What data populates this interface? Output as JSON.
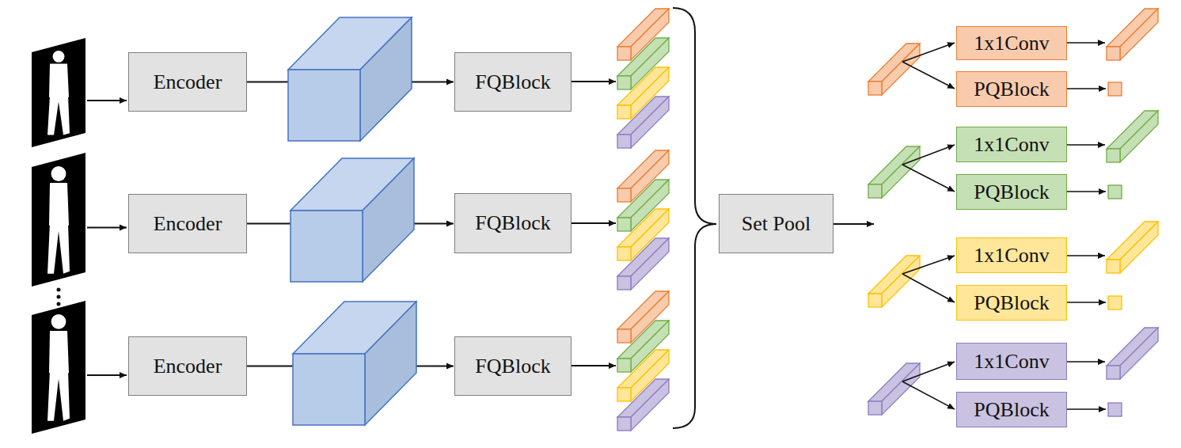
{
  "diagram": {
    "nodes": [
      {
        "text": [
          "Encoder"
        ]
      },
      {
        "text": [
          "FQBlock"
        ]
      },
      {
        "text": [
          "Encoder"
        ]
      },
      {
        "text": [
          "FQBlock"
        ]
      },
      {
        "text": [
          "Encoder"
        ]
      },
      {
        "text": [
          "FQBlock"
        ]
      },
      {
        "text": [
          "Set Pool"
        ]
      },
      {
        "text": [
          "1x1Conv"
        ]
      },
      {
        "text": [
          "PQBlock"
        ]
      },
      {
        "text": [
          "1x1Conv"
        ]
      },
      {
        "text": [
          "PQBlock"
        ]
      },
      {
        "text": [
          "1x1Conv"
        ]
      },
      {
        "text": [
          "PQBlock"
        ]
      },
      {
        "text": [
          "1x1Conv"
        ]
      },
      {
        "text": [
          "PQBlock"
        ]
      }
    ],
    "edges": [
      {
        "from": 0,
        "to": 1,
        "arrow": "to"
      },
      {
        "from": 2,
        "to": 3,
        "arrow": "to"
      },
      {
        "from": 4,
        "to": 5,
        "arrow": "to"
      }
    ]
  }
}
